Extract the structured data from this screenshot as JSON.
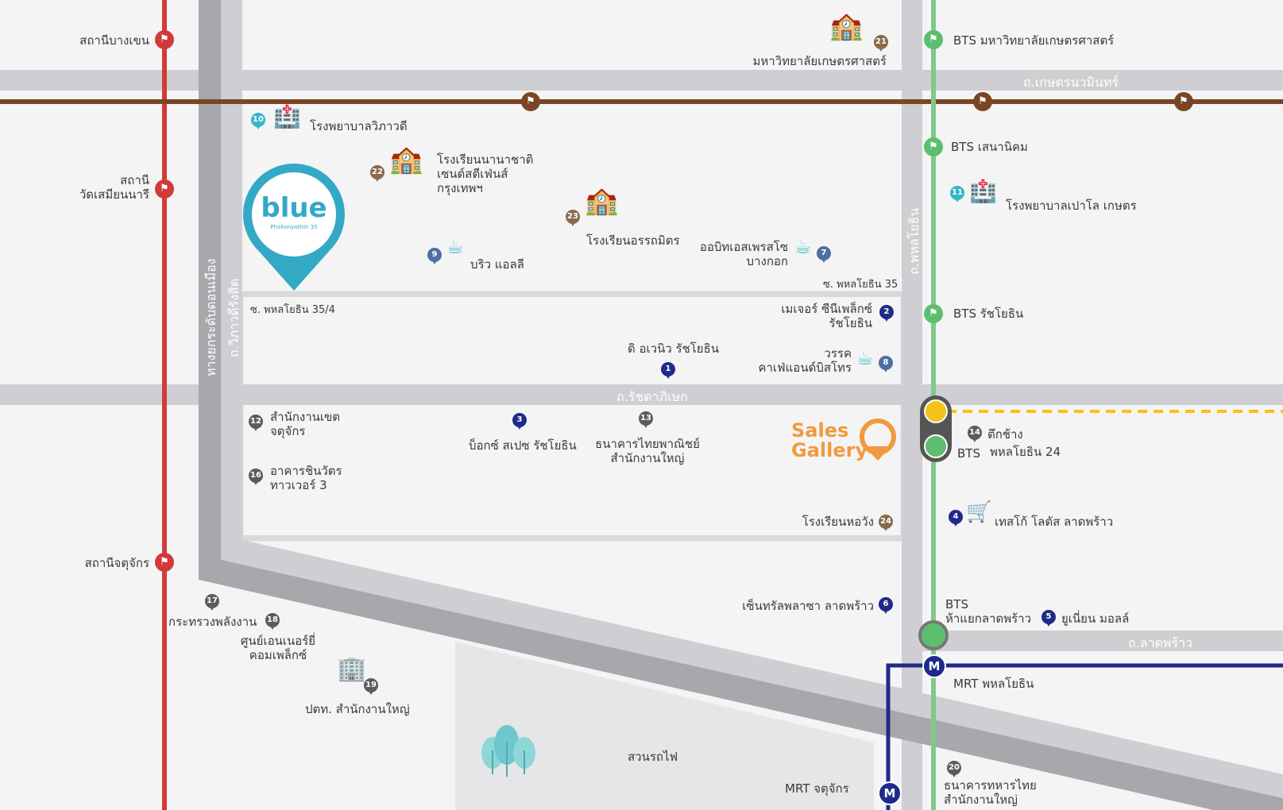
{
  "colors": {
    "background": "#f4f4f5",
    "road": "#cfcfd3",
    "bts_green": "#7fc98a",
    "srt_red": "#d23a3a",
    "mrt_brown": "#7a4524",
    "mrt_blue": "#1f2a8a",
    "yellow_line": "#f5c21b",
    "accent_teal": "#33a9c6",
    "sales_orange": "#f19a3e"
  },
  "brand": {
    "logo_text": "blue",
    "logo_sub": "Phahonyothin 35"
  },
  "sales_gallery": {
    "line1": "Sales",
    "line2": "Gallery"
  },
  "roads": {
    "kaset_nawamin": "ถ.เกษตรนวมินทร์",
    "phahonyothin": "ถ.พหลโยธิน",
    "ratchadaphisek": "ถ.รัชดาภิเษก",
    "lat_phrao": "ถ.ลาดพร้าว",
    "vibhavadi": "ถ.วิภาวดีรังสิต",
    "tollway": "ทางยกระดับดอนเมือง",
    "soi_35": "ซ. พหลโยธิน 35",
    "soi_35_4": "ซ. พหลโยธิน 35/4"
  },
  "stations": {
    "bang_khen": "สถานีบางเขน",
    "wat_samian_nari": "สถานี\nวัดเสมียนนารี",
    "chatuchak": "สถานีจตุจักร",
    "bts_kasetsart": "BTS มหาวิทยาลัยเกษตรศาสตร์",
    "bts_sena_nikhom": "BTS เสนานิคม",
    "bts_ratchayothin": "BTS รัชโยธิน",
    "bts_phahon_24_label": "BTS",
    "bts_phahon_24_name": "พหลโยธิน 24",
    "bts_lat_phrao_1": "BTS",
    "bts_lat_phrao_2": "ห้าแยกลาดพร้าว",
    "mrt_phahonyothin": "MRT พหลโยธิน",
    "mrt_chatuchak": "MRT  จตุจักร"
  },
  "mrt_symbol": "M",
  "places": [
    {
      "num": "1",
      "name": "ดิ อเวนิว รัชโยธิน"
    },
    {
      "num": "2",
      "name": "เมเจอร์ ซีนีเพล็กซ์\nรัชโยธิน"
    },
    {
      "num": "3",
      "name": "บ็อกซ์ สเปซ รัชโยธิน"
    },
    {
      "num": "4",
      "name": "เทสโก้ โลตัส ลาดพร้าว"
    },
    {
      "num": "5",
      "name": "ยูเนี่ยน มอลล์"
    },
    {
      "num": "6",
      "name": "เซ็นทรัลพลาซา ลาดพร้าว"
    },
    {
      "num": "7",
      "name": "ออบิทเอสเพรสโซ\nบางกอก"
    },
    {
      "num": "8",
      "name": "วรรค\nคาเฟ่แอนด์บิสโทร"
    },
    {
      "num": "9",
      "name": "บริว แอลลี"
    },
    {
      "num": "10",
      "name": "โรงพยาบาลวิภาวดี"
    },
    {
      "num": "11",
      "name": "โรงพยาบาลเปาโล เกษตร"
    },
    {
      "num": "12",
      "name": "สำนักงานเขต\nจตุจักร"
    },
    {
      "num": "13",
      "name": "ธนาคารไทยพาณิชย์\nสำนักงานใหญ่"
    },
    {
      "num": "14",
      "name": "ตึกช้าง"
    },
    {
      "num": "16",
      "name": "อาคารชินวัตร\nทาวเวอร์ 3"
    },
    {
      "num": "17",
      "name": "กระทรวงพลังงาน"
    },
    {
      "num": "18",
      "name": "ศูนย์เอนเนอร์ยี่\nคอมเพล็กซ์"
    },
    {
      "num": "19",
      "name": "ปตท. สำนักงานใหญ่"
    },
    {
      "num": "20",
      "name": "ธนาคารทหารไทย\nสำนักงานใหญ่"
    },
    {
      "num": "21",
      "name": "มหาวิทยาลัยเกษตรศาสตร์"
    },
    {
      "num": "22",
      "name": "โรงเรียนนานาชาติ\nเซนต์สตีเฟ่นส์\nกรุงเทพฯ"
    },
    {
      "num": "23",
      "name": "โรงเรียนอรรถมิตร"
    },
    {
      "num": "24",
      "name": "โรงเรียนหอวัง"
    }
  ],
  "park": "สวนรถไฟ",
  "icons": [
    "hospital-icon",
    "school-icon",
    "coffee-cup-icon",
    "shopping-cart-icon",
    "office-building-icon",
    "tree-icon",
    "train-station-icon",
    "location-pin-icon"
  ]
}
